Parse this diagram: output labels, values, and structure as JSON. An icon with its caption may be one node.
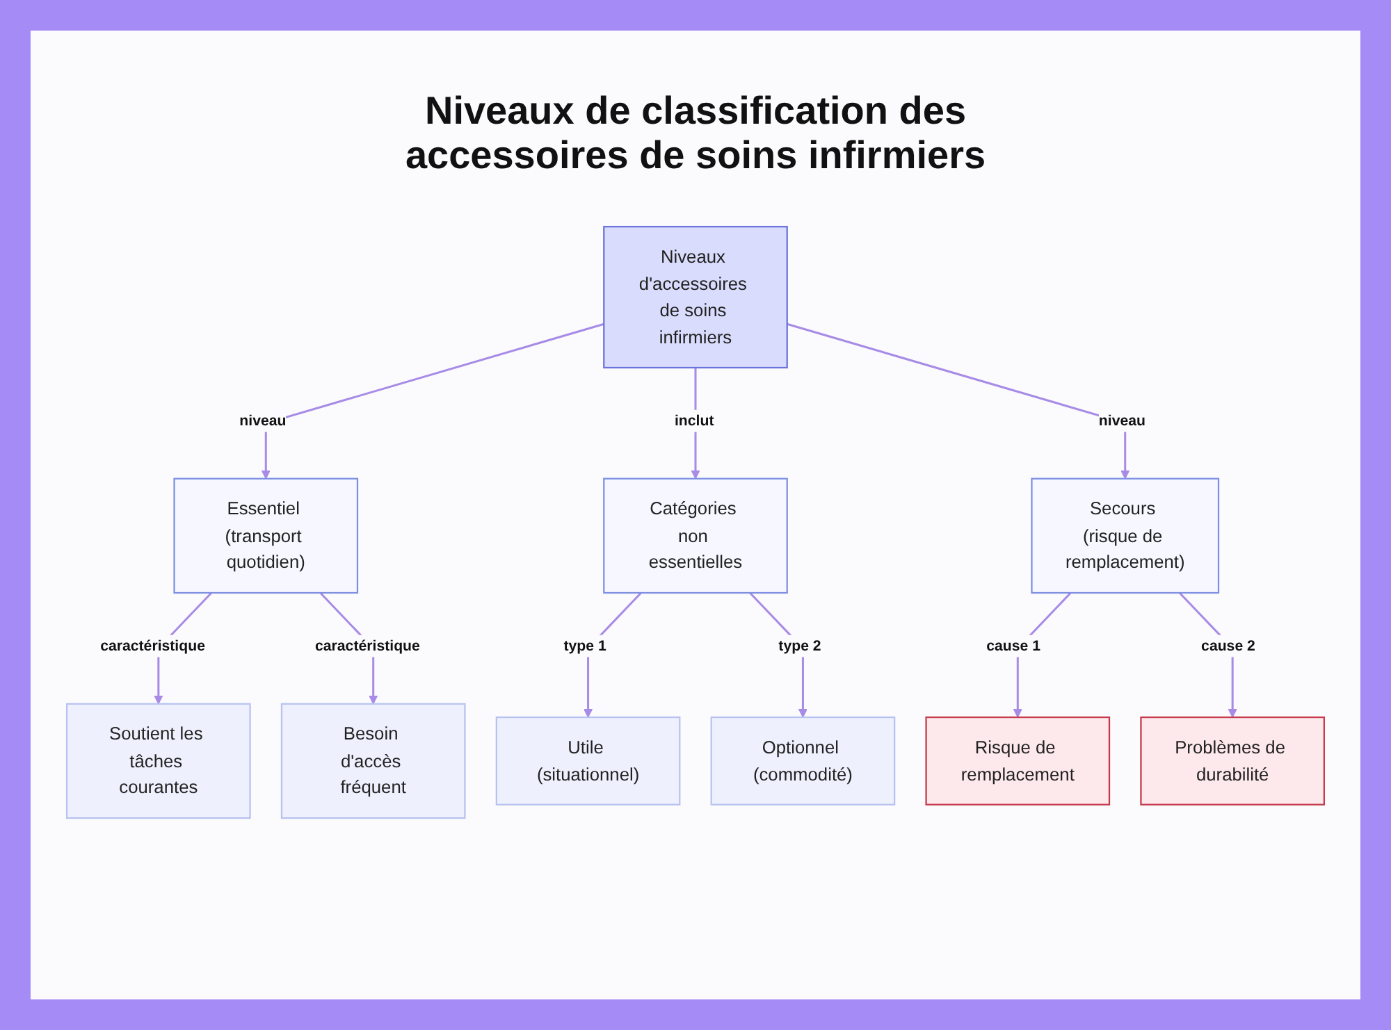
{
  "diagram": {
    "title": "Niveaux de classification des accessoires de soins infirmiers",
    "nodes": [
      {
        "text": [
          "Niveaux d'accessoires de soins infirmiers"
        ]
      },
      {
        "text": [
          "Essentiel (transport quotidien)"
        ]
      },
      {
        "text": [
          "Catégories non essentielles"
        ]
      },
      {
        "text": [
          "Secours (risque de remplacement)"
        ]
      },
      {
        "text": [
          "Soutient les tâches courantes"
        ]
      },
      {
        "text": [
          "Besoin d'accès fréquent"
        ]
      },
      {
        "text": [
          "Utile (situationnel)"
        ]
      },
      {
        "text": [
          "Optionnel (commodité)"
        ]
      },
      {
        "text": [
          "Risque de remplacement"
        ]
      },
      {
        "text": [
          "Problèmes de durabilité"
        ]
      }
    ],
    "edges": [
      {
        "from": 0,
        "to": 1,
        "arrow": "to",
        "label": "niveau"
      },
      {
        "from": 0,
        "to": 2,
        "arrow": "to",
        "label": "inclut"
      },
      {
        "from": 0,
        "to": 3,
        "arrow": "to",
        "label": "niveau"
      },
      {
        "from": 1,
        "to": 4,
        "arrow": "to",
        "label": "caractéristique"
      },
      {
        "from": 1,
        "to": 5,
        "arrow": "to",
        "label": "caractéristique"
      },
      {
        "from": 2,
        "to": 6,
        "arrow": "to",
        "label": "type 1"
      },
      {
        "from": 2,
        "to": 7,
        "arrow": "to",
        "label": "type 2"
      },
      {
        "from": 3,
        "to": 8,
        "arrow": "to",
        "label": "cause 1"
      },
      {
        "from": 3,
        "to": 9,
        "arrow": "to",
        "label": "cause 2"
      }
    ]
  }
}
